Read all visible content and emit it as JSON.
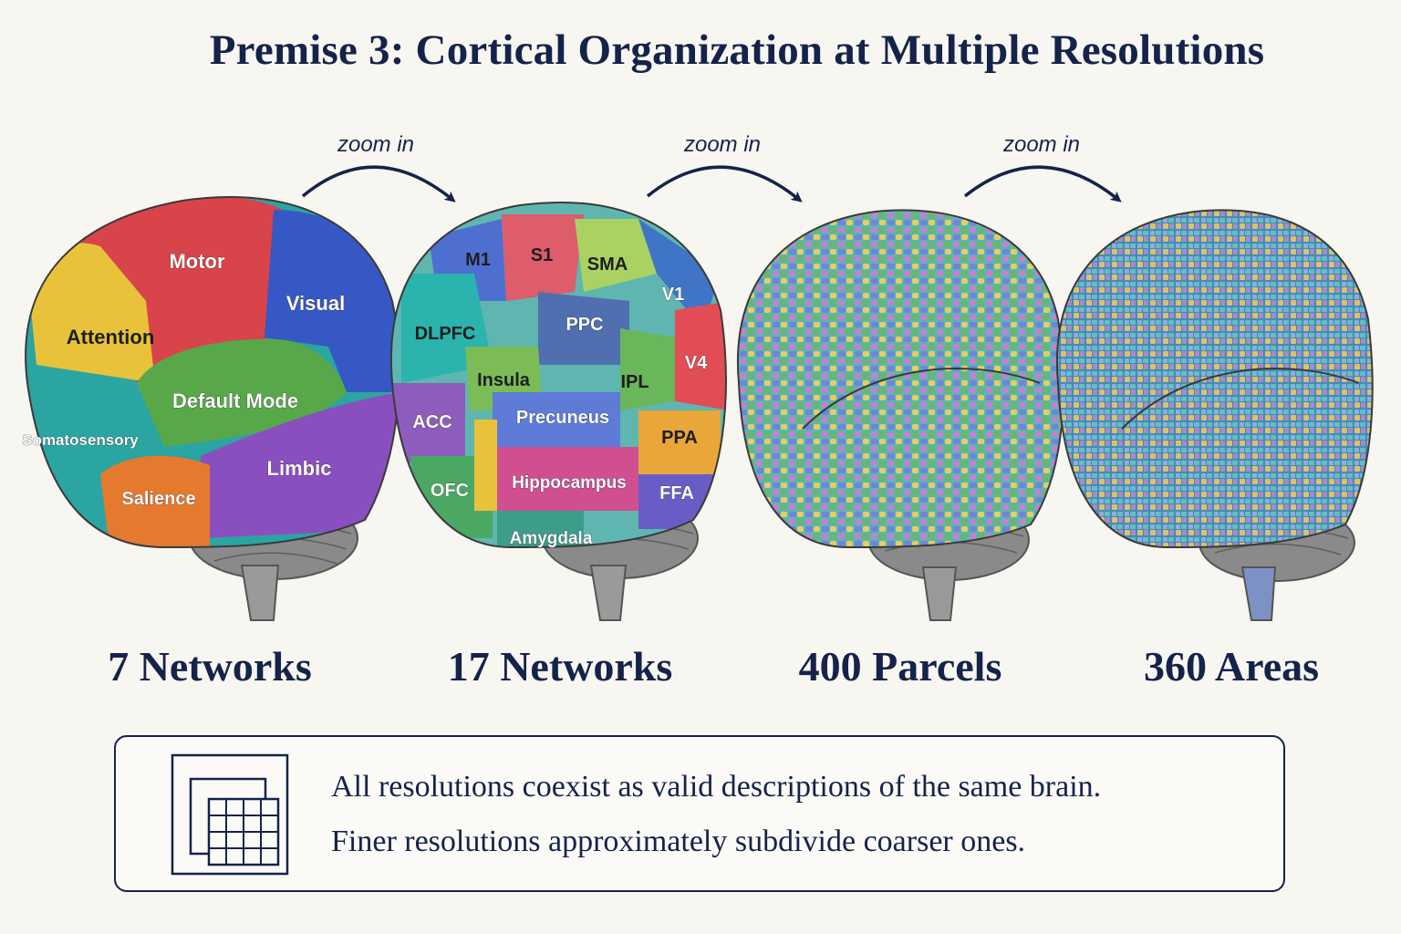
{
  "title": "Premise 3: Cortical Organization at Multiple Resolutions",
  "zoom_labels": [
    "zoom in",
    "zoom in",
    "zoom in"
  ],
  "brains": [
    {
      "caption": "7 Networks",
      "regions": [
        "Motor",
        "Visual",
        "Attention",
        "Default Mode",
        "Somatosensory",
        "Limbic",
        "Salience"
      ]
    },
    {
      "caption": "17 Networks",
      "regions": [
        "M1",
        "S1",
        "SMA",
        "V1",
        "DLPFC",
        "PPC",
        "Insula",
        "IPL",
        "V4",
        "ACC",
        "Precuneus",
        "PPA",
        "OFC",
        "Hippocampus",
        "FFA",
        "Amygdala"
      ]
    },
    {
      "caption": "400 Parcels"
    },
    {
      "caption": "360 Areas"
    }
  ],
  "note": {
    "line1": "All resolutions coexist as valid descriptions of the same brain.",
    "line2": "Finer resolutions approximately subdivide coarser ones."
  },
  "colors": {
    "ink": "#15234a",
    "motor": "#d9434a",
    "visual": "#3658c4",
    "attention": "#e8c23a",
    "default_mode": "#58a84a",
    "somatosensory": "#2aa5a2",
    "limbic": "#8a4fbf",
    "salience": "#e57a2e",
    "cerebellum": "#8a8a8a"
  }
}
